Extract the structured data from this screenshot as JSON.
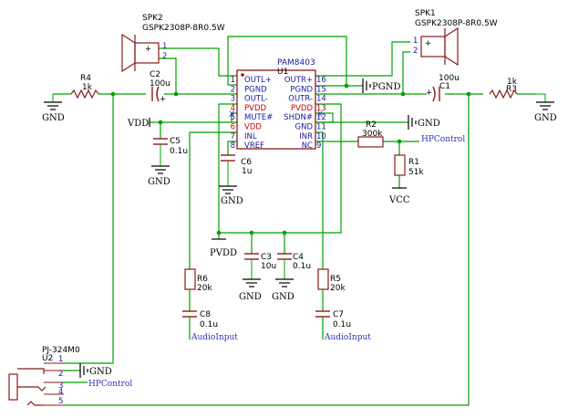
{
  "colors": {
    "wire": "#00a000",
    "body": "#8b1a1a",
    "ref": "#000000",
    "value": "#1a1aa0",
    "pin_num": "#a00000",
    "pin_name": "#1a1aa0",
    "power_pin": "#cc0000",
    "netlabel": "#3030c0",
    "nc": "#3030c0"
  },
  "ic": {
    "ref": "U1",
    "value": "PAM8403",
    "left_pins": [
      {
        "num": "1",
        "name": "OUTL+"
      },
      {
        "num": "2",
        "name": "PGND"
      },
      {
        "num": "3",
        "name": "OUTL-"
      },
      {
        "num": "4",
        "name": "PVDD"
      },
      {
        "num": "5",
        "name": "MUTE#"
      },
      {
        "num": "6",
        "name": "VDD"
      },
      {
        "num": "7",
        "name": "INL"
      },
      {
        "num": "8",
        "name": "VREF"
      }
    ],
    "right_pins": [
      {
        "num": "16",
        "name": "OUTR+"
      },
      {
        "num": "15",
        "name": "PGND"
      },
      {
        "num": "14",
        "name": "OUTR-"
      },
      {
        "num": "13",
        "name": "PVDD"
      },
      {
        "num": "12",
        "name": "SHDN#"
      },
      {
        "num": "11",
        "name": "GND"
      },
      {
        "num": "10",
        "name": "INR"
      },
      {
        "num": "9",
        "name": "NC"
      }
    ]
  },
  "spk2": {
    "ref": "SPK2",
    "value": "GSPK2308P-8R0.5W",
    "pin1": "1",
    "pin2": "2",
    "plus": "+"
  },
  "spk1": {
    "ref": "SPK1",
    "value": "GSPK2308P-8R0.5W",
    "pin1": "1",
    "pin2": "2",
    "plus": "+"
  },
  "r4": {
    "ref": "R4",
    "value": "1k"
  },
  "r3": {
    "ref": "R3",
    "value": "1k"
  },
  "c2": {
    "ref": "C2",
    "value": "100u",
    "plus": "+"
  },
  "c1": {
    "ref": "C1",
    "value": "100u",
    "plus": "+"
  },
  "c5": {
    "ref": "C5",
    "value": "0.1u"
  },
  "c6": {
    "ref": "C6",
    "value": "1u"
  },
  "r2": {
    "ref": "R2",
    "value": "300k"
  },
  "r1": {
    "ref": "R1",
    "value": "51k"
  },
  "c3": {
    "ref": "C3",
    "value": "10u"
  },
  "c4": {
    "ref": "C4",
    "value": "0.1u"
  },
  "r6": {
    "ref": "R6",
    "value": "20k"
  },
  "c8": {
    "ref": "C8",
    "value": "0.1u"
  },
  "r5": {
    "ref": "R5",
    "value": "20k"
  },
  "c7": {
    "ref": "C7",
    "value": "0.1u"
  },
  "u2": {
    "ref": "U2",
    "value": "PJ-324M0",
    "pins": [
      "1",
      "2",
      "3",
      "4",
      "5"
    ]
  },
  "power": {
    "gnd": "GND",
    "pgnd": "PGND",
    "vdd": "VDD",
    "vcc": "VCC",
    "pvdd": "PVDD"
  },
  "nets": {
    "hpcontrol": "HPControl",
    "audio_input": "AudioInput"
  },
  "nc_mark": "X"
}
